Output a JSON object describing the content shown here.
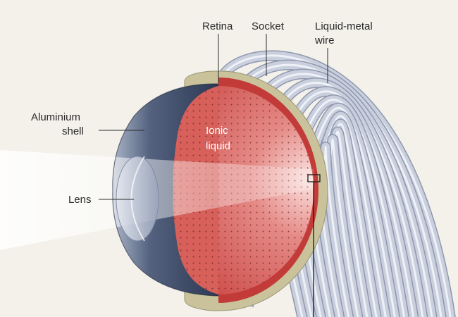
{
  "labels": {
    "retina": "Retina",
    "socket": "Socket",
    "wire_line1": "Liquid-metal",
    "wire_line2": "wire",
    "shell_line1": "Aluminium",
    "shell_line2": "shell",
    "lens": "Lens",
    "ionic_line1": "Ionic",
    "ionic_line2": "liquid"
  },
  "colors": {
    "background": "#f3f1ea",
    "shell": "#3d4a66",
    "retina": "#d9534f",
    "socket": "#c9c29b",
    "wire": "#c9cfdd",
    "light": "#ffffff"
  }
}
